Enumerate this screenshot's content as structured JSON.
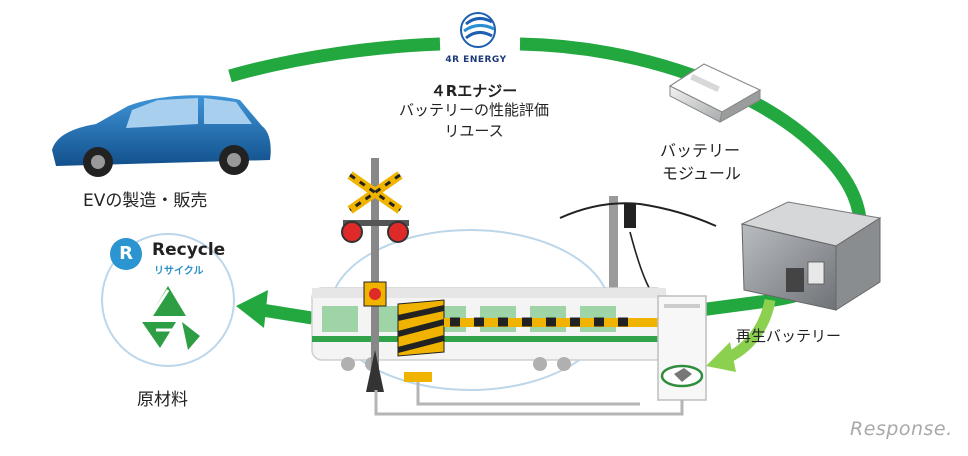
{
  "company": {
    "logo_text": "4R ENERGY",
    "name": "４Rエナジー",
    "line1": "バッテリーの性能評価",
    "line2": "リユース"
  },
  "ev_label": "EVの製造・販売",
  "module_label_line1": "バッテリー",
  "module_label_line2": "モジュール",
  "regen_label": "再生バッテリー",
  "recycle": {
    "badge": "R",
    "title": "Recycle",
    "subtitle": "リサイクル"
  },
  "raw_label": "原材料",
  "watermark": "Response.",
  "colors": {
    "cycle_green": "#23a840",
    "arrow_green": "#7ac943",
    "recycle_green": "#2e9e44",
    "badge_blue": "#2a95d0",
    "car_blue": "#1e6fb5"
  }
}
